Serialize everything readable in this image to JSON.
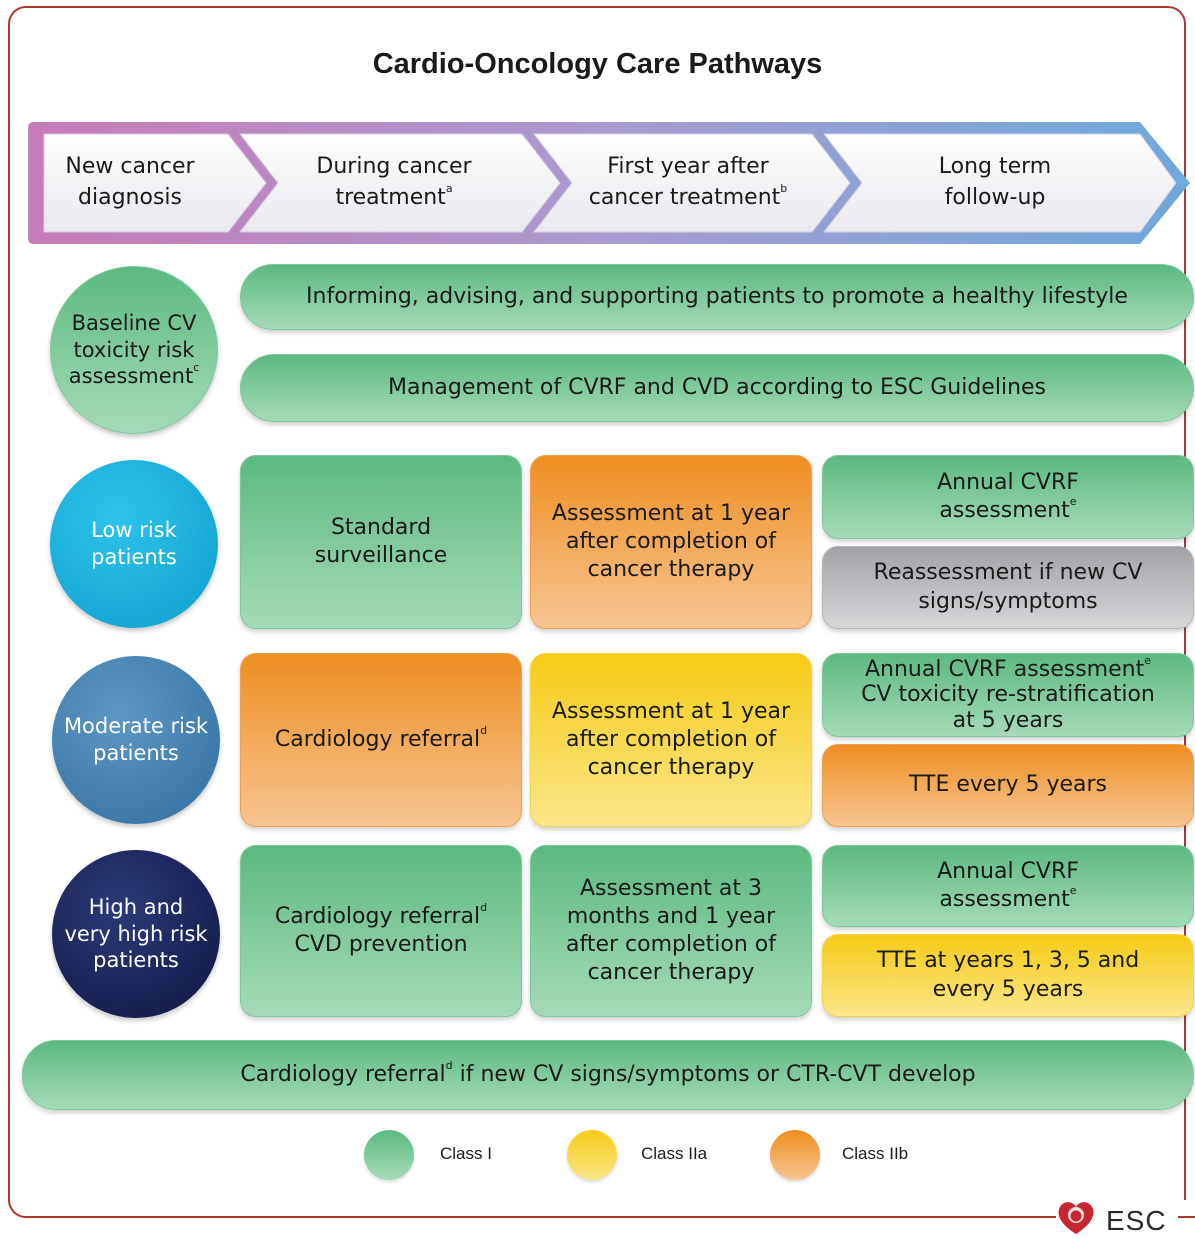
{
  "title": "Cardio-Oncology Care Pathways",
  "stages": [
    {
      "line1": "New cancer",
      "line2": "diagnosis",
      "sup": ""
    },
    {
      "line1": "During cancer",
      "line2": "treatment",
      "sup": "a"
    },
    {
      "line1": "First year after",
      "line2": "cancer treatment",
      "sup": "b"
    },
    {
      "line1": "Long term",
      "line2": "follow-up",
      "sup": ""
    }
  ],
  "baseline": {
    "l1": "Baseline CV",
    "l2": "toxicity risk",
    "l3": "assessment",
    "sup": "c"
  },
  "lifestyle": "Informing, advising, and supporting patients to promote a healthy lifestyle",
  "management": "Management of CVRF and CVD according to ESC Guidelines",
  "low": {
    "circle": {
      "l1": "Low risk",
      "l2": "patients"
    },
    "col1": {
      "l1": "Standard",
      "l2": "surveillance"
    },
    "col2": {
      "l1": "Assessment at 1 year",
      "l2": "after completion of",
      "l3": "cancer therapy"
    },
    "col3a": {
      "l1": "Annual CVRF",
      "l2": "assessment",
      "sup": "e"
    },
    "col3b": {
      "l1": "Reassessment if new CV",
      "l2": "signs/symptoms"
    }
  },
  "moderate": {
    "circle": {
      "l1": "Moderate risk",
      "l2": "patients"
    },
    "col1": {
      "text": "Cardiology referral",
      "sup": "d"
    },
    "col2": {
      "l1": "Assessment at 1 year",
      "l2": "after completion of",
      "l3": "cancer therapy"
    },
    "col3a": {
      "l1": "Annual CVRF assessment",
      "sup": "e",
      "l2": "CV toxicity re-stratification",
      "l3": "at 5 years"
    },
    "col3b": {
      "text": "TTE every 5 years"
    }
  },
  "high": {
    "circle": {
      "l1": "High and",
      "l2": "very high risk",
      "l3": "patients"
    },
    "col1": {
      "l1": "Cardiology referral",
      "sup": "d",
      "l2": "CVD prevention"
    },
    "col2": {
      "l1": "Assessment at 3",
      "l2": "months and 1 year",
      "l3": "after completion of",
      "l4": "cancer therapy"
    },
    "col3a": {
      "l1": "Annual CVRF",
      "l2": "assessment",
      "sup": "e"
    },
    "col3b": {
      "l1": "TTE at years 1, 3, 5 and",
      "l2": "every 5 years"
    }
  },
  "bottom": {
    "pre": "Cardiology referral",
    "sup": "d",
    "post": " if new CV signs/symptoms or CTR-CVT develop"
  },
  "legend": [
    {
      "label": "Class I",
      "color": "#5cb982"
    },
    {
      "label": "Class IIa",
      "color": "#f7cb16"
    },
    {
      "label": "Class IIb",
      "color": "#ee8e22"
    }
  ],
  "logo": {
    "text": "ESC",
    "color": "#c7262e"
  },
  "colors": {
    "frame": "#b2342f",
    "green": "#5cb982",
    "orange": "#ee8e22",
    "yellow": "#f7cb16",
    "grey": "#a0a2a6",
    "arrow_start": "#c87ab8",
    "arrow_end": "#6fa8dc",
    "low_circle": "#19a8d4",
    "moderate_circle": "#3d7aa8",
    "high_circle": "#1a2456"
  }
}
